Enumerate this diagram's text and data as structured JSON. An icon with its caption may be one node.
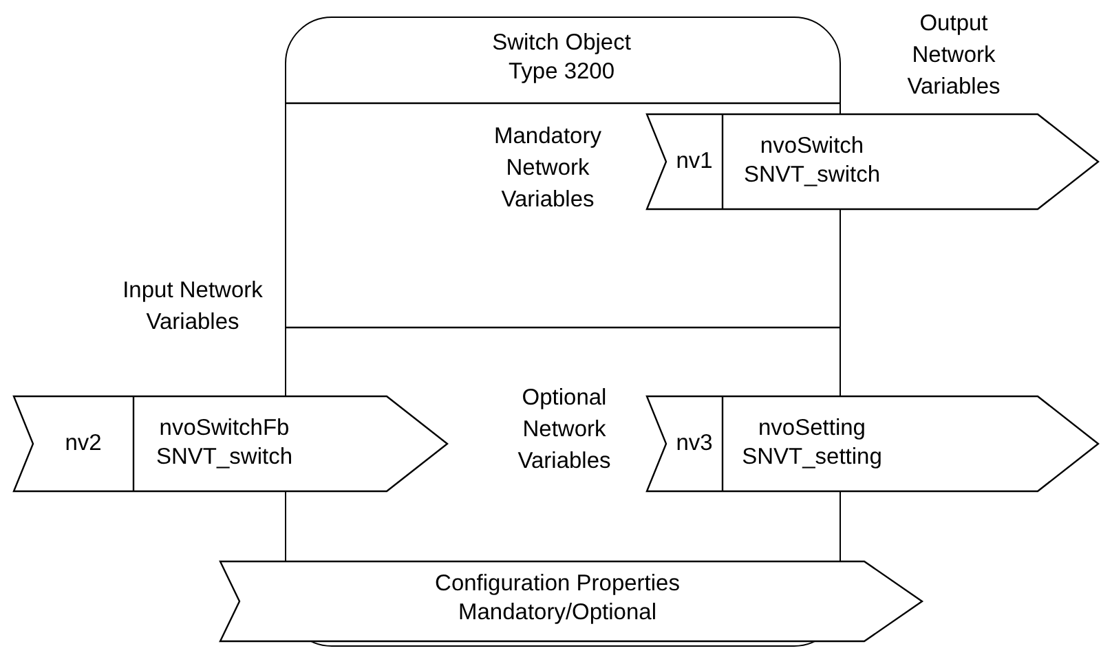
{
  "diagram": {
    "nodes": [
      {
        "text": [
          "Switch Object Type 3200"
        ]
      },
      {
        "text": [
          "nv1",
          "nvoSwitch SNVT_switch"
        ]
      },
      {
        "text": [
          "nv2",
          "nvoSwitchFb SNVT_switch"
        ]
      },
      {
        "text": [
          "nv3",
          "nvoSetting SNVT_setting"
        ]
      },
      {
        "text": [
          "Configuration Properties Mandatory/Optional"
        ]
      }
    ],
    "labels": [
      "Output Network Variables",
      "Mandatory Network Variables",
      "Input Network Variables",
      "Optional Network Variables"
    ]
  }
}
